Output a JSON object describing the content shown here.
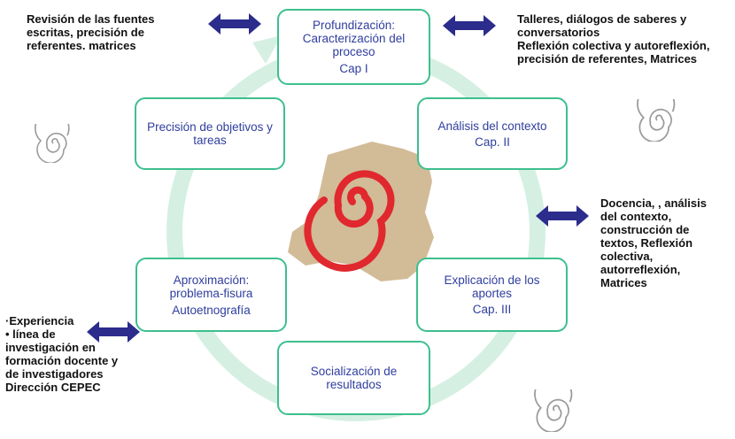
{
  "colors": {
    "box_border": "#3dbf8e",
    "box_text": "#2f3e9e",
    "ring": "#d5f0e3",
    "arrow": "#2b2c8c",
    "spiral_red": "#e0282e",
    "map": "#cdb48c"
  },
  "icons": [
    "double-arrow-icon",
    "grey-spiral-icon",
    "red-spiral-emblem"
  ],
  "boxes": {
    "profundizacion": {
      "title": "Profundización: Caracterización del proceso",
      "cap": "Cap I"
    },
    "analisis": {
      "title": "Análisis del contexto",
      "cap": "Cap. II"
    },
    "explicacion": {
      "title": "Explicación de los aportes",
      "cap": "Cap. III"
    },
    "socializacion": {
      "title": "Socialización de resultados"
    },
    "aproximacion": {
      "title": "Aproximación: problema-fisura",
      "sub": "Autoetnografía"
    },
    "precision": {
      "title": "Precisión de objetivos y tareas"
    }
  },
  "notes": {
    "top_left": "Revisión  de las fuentes escritas, precisión de referentes. matrices",
    "top_right_1": "Talleres, diálogos de saberes y conversatorios",
    "top_right_2": "Reflexión colectiva y autoreflexión, precisión de referentes, Matrices",
    "right": "Docencia, , análisis del contexto, construcción de textos, Reflexión colectiva, autorreflexión, Matrices",
    "bottom_left_1": "·Experiencia",
    "bottom_left_2": "• línea de investigación en formación docente y de investigadores Dirección CEPEC"
  }
}
